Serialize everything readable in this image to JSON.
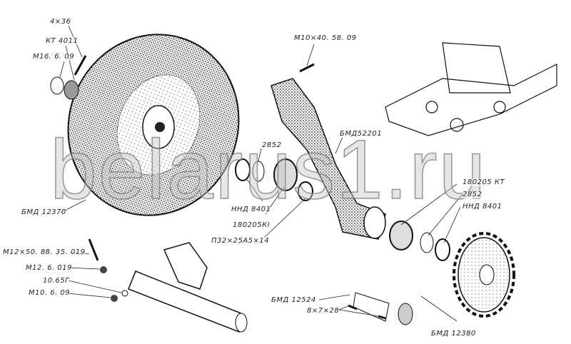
{
  "watermark": "belarus1.ru",
  "labels": {
    "pin_4x36": "4×36",
    "kt4011": "КТ 4011",
    "nut_m16": "М16. 6. 09",
    "bolt_m10_40": "М10×40. 58. 09",
    "bmd52201": "БМД52201",
    "ring_2852_left": "2852",
    "seal_nnd8401_left": "ННД 8401",
    "bearing_180205_left": "180205КI",
    "bushing_p32": "П32×25А5×14",
    "bmd12370": "БМД 12370",
    "bearing_180205_right": "180205 КТ",
    "ring_2852_right": "2852",
    "seal_nnd8401_right": "ННД 8401",
    "bolt_m12_50": "М12×50. 88. 35. 019",
    "nut_m12": "М12. 6. 019",
    "washer_10_65g": "10.65Г",
    "nut_m10": "М10. 6. 09",
    "bmd12524": "БМД 12524",
    "key_8x7x28": "8×7×28",
    "bmd12380": "БМД 12380"
  }
}
